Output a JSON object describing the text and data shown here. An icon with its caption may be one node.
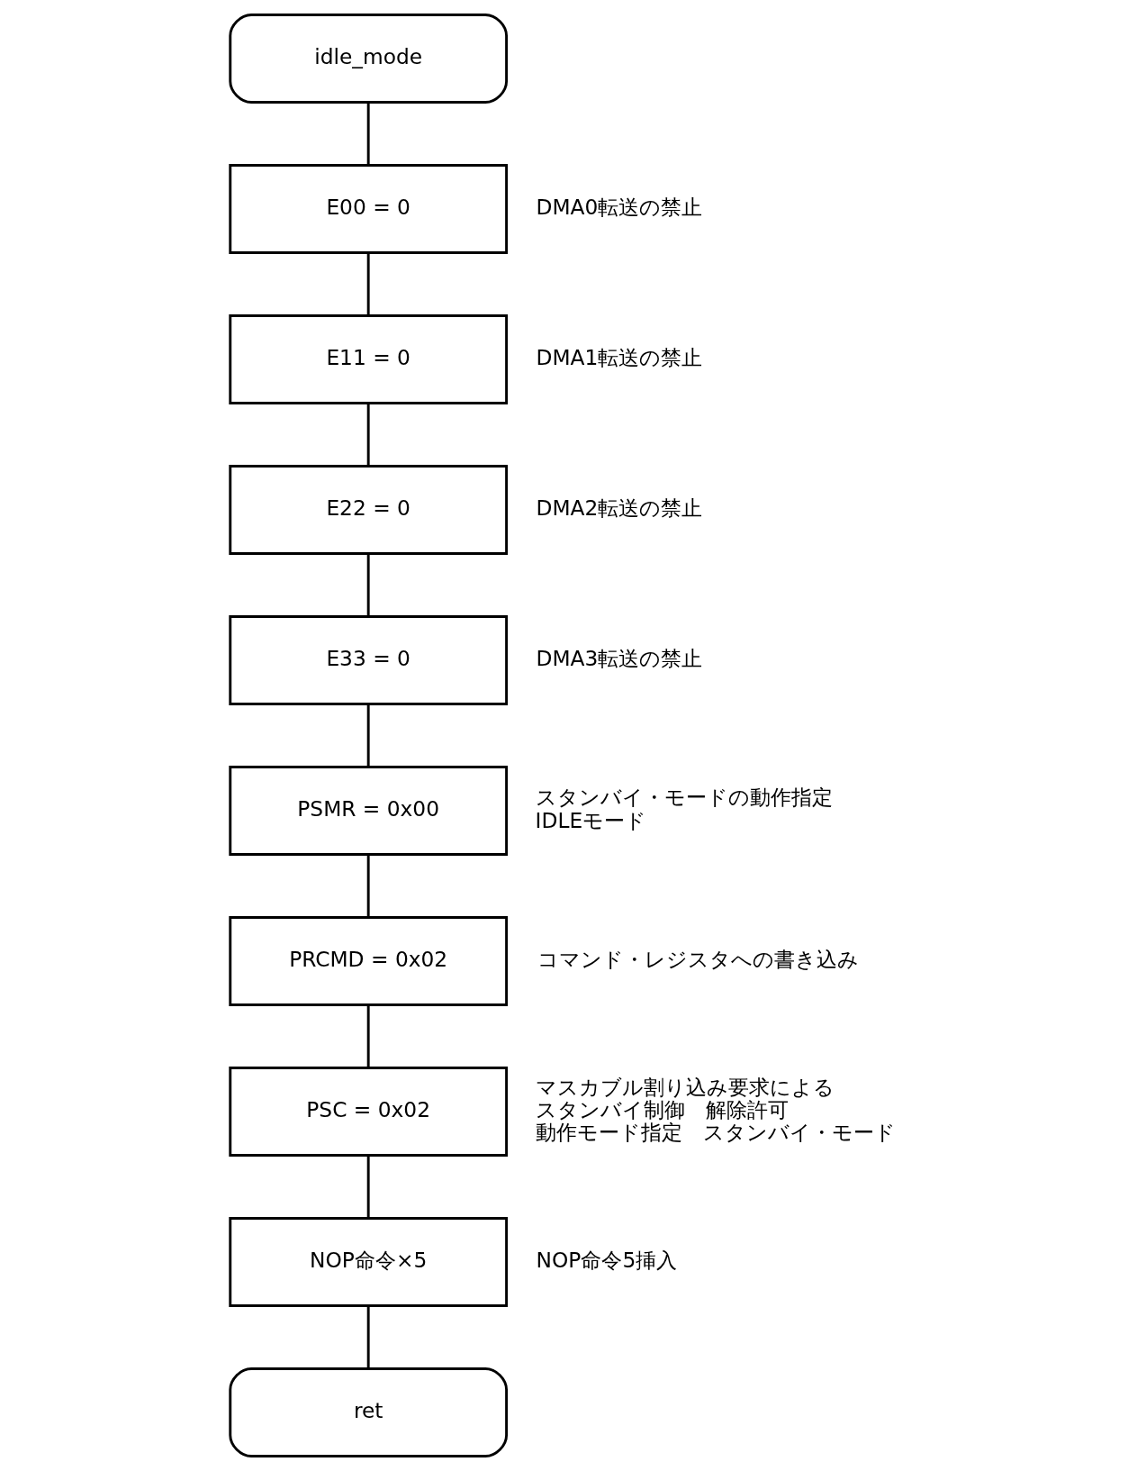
{
  "diagram": {
    "nodes": [
      {
        "text": [
          "idle_mode"
        ]
      },
      {
        "text": [
          "E00 = 0"
        ],
        "beside": [
          "DMA0転送の禁止"
        ]
      },
      {
        "text": [
          "E11 = 0"
        ],
        "beside": [
          "DMA1転送の禁止"
        ]
      },
      {
        "text": [
          "E22 = 0"
        ],
        "beside": [
          "DMA2転送の禁止"
        ]
      },
      {
        "text": [
          "E33 = 0"
        ],
        "beside": [
          "DMA3転送の禁止"
        ]
      },
      {
        "text": [
          "PSMR = 0x00"
        ],
        "beside": [
          "スタンバイ・モードの動作指定",
          "IDLEモード"
        ]
      },
      {
        "text": [
          "PRCMD = 0x02"
        ],
        "beside": [
          "コマンド・レジスタへの書き込み"
        ]
      },
      {
        "text": [
          "PSC = 0x02"
        ],
        "beside": [
          "マスカブル割り込み要求による",
          "スタンバイ制御　解除許可",
          "動作モード指定　スタンバイ・モード"
        ]
      },
      {
        "text": [
          "NOP命令×5"
        ],
        "beside": [
          "NOP命令5挿入"
        ]
      },
      {
        "text": [
          "ret"
        ]
      }
    ],
    "edges": [
      {
        "from": 0,
        "to": 1,
        "arrow": "none"
      },
      {
        "from": 1,
        "to": 2,
        "arrow": "none"
      },
      {
        "from": 2,
        "to": 3,
        "arrow": "none"
      },
      {
        "from": 3,
        "to": 4,
        "arrow": "none"
      },
      {
        "from": 4,
        "to": 5,
        "arrow": "none"
      },
      {
        "from": 5,
        "to": 6,
        "arrow": "none"
      },
      {
        "from": 6,
        "to": 7,
        "arrow": "none"
      },
      {
        "from": 7,
        "to": 8,
        "arrow": "none"
      },
      {
        "from": 8,
        "to": 9,
        "arrow": "none"
      }
    ]
  }
}
